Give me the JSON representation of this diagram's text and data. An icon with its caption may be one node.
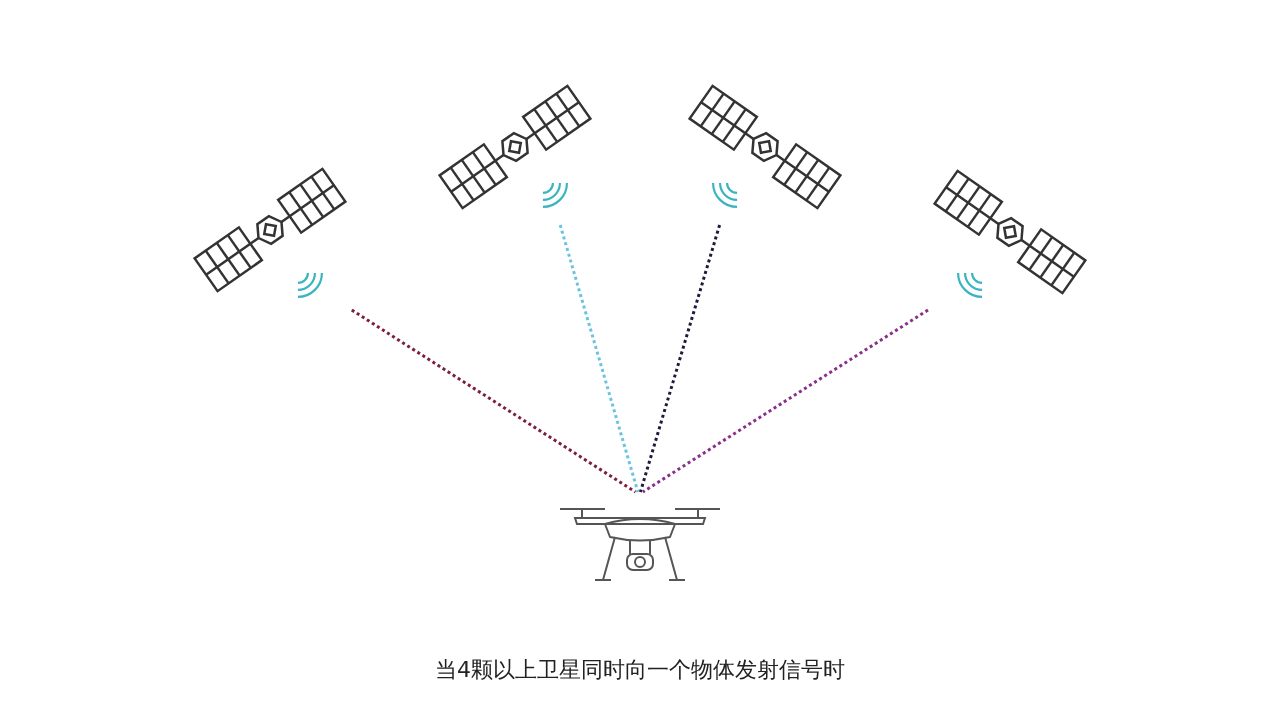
{
  "diagram": {
    "caption": "当4颗以上卫星同时向一个物体发射信号时",
    "nodes": [
      {
        "text": [],
        "shape": "picture"
      },
      {
        "text": [],
        "shape": "picture"
      },
      {
        "text": [],
        "shape": "picture"
      },
      {
        "text": [],
        "shape": "picture"
      },
      {
        "text": [],
        "shape": "picture"
      }
    ],
    "edges": [
      {
        "from": 0,
        "to": 4,
        "arrow": "none",
        "style": "dashed",
        "color": "#7a1f3d"
      },
      {
        "from": 1,
        "to": 4,
        "arrow": "none",
        "style": "dashed",
        "color": "#6cc3e0"
      },
      {
        "from": 2,
        "to": 4,
        "arrow": "none",
        "style": "dashed",
        "color": "#1c1c3a"
      },
      {
        "from": 3,
        "to": 4,
        "arrow": "none",
        "style": "dashed",
        "color": "#8a2f8a"
      }
    ]
  }
}
